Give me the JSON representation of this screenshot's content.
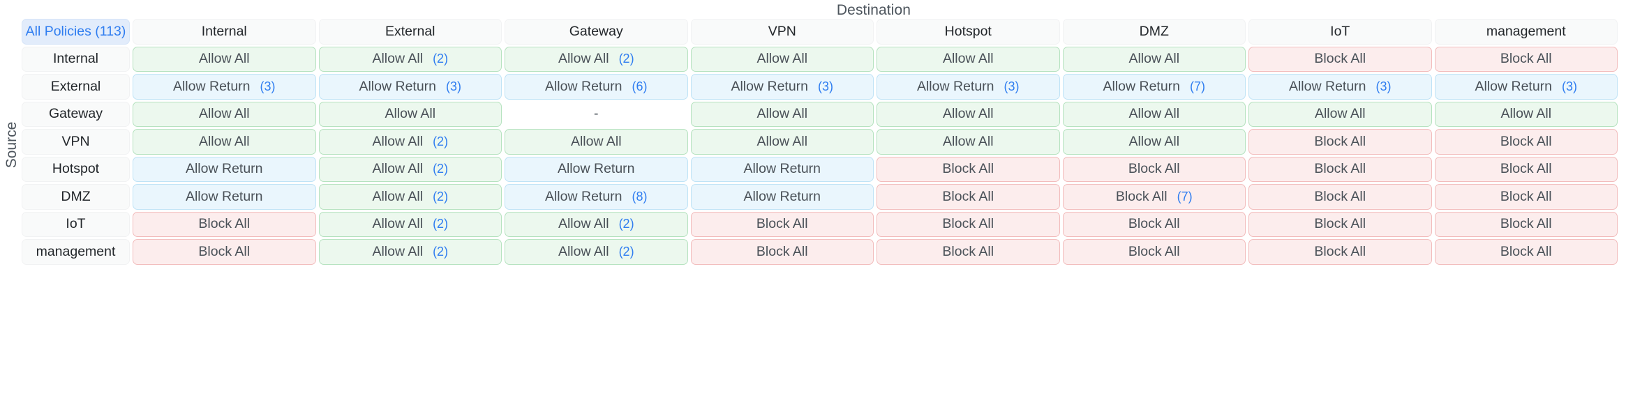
{
  "axis": {
    "destination_label": "Destination",
    "source_label": "Source"
  },
  "corner": {
    "label": "All Policies (113)",
    "total_policies": 113
  },
  "colors": {
    "accent": "#2f7df0",
    "allow_bg": "#ecf8ee",
    "allow_border": "#b5e2bf",
    "return_bg": "#eaf6fd",
    "return_border": "#bfe3f6",
    "block_bg": "#fceded",
    "block_border": "#f2bcbc",
    "header_bg": "#f9fafa",
    "corner_bg": "#e2ecfb",
    "text": "#4a5158"
  },
  "chart_data": {
    "type": "heatmap",
    "title": "",
    "xlabel": "Destination",
    "ylabel": "Source",
    "legend": [
      "Allow All",
      "Allow Return",
      "Block All"
    ],
    "columns": [
      "Internal",
      "External",
      "Gateway",
      "VPN",
      "Hotspot",
      "DMZ",
      "IoT",
      "management"
    ],
    "rows": [
      "Internal",
      "External",
      "Gateway",
      "VPN",
      "Hotspot",
      "DMZ",
      "IoT",
      "management"
    ],
    "cells": [
      [
        {
          "label": "Allow All",
          "count": null,
          "state": "allow"
        },
        {
          "label": "Allow All",
          "count": "(2)",
          "state": "allow"
        },
        {
          "label": "Allow All",
          "count": "(2)",
          "state": "allow"
        },
        {
          "label": "Allow All",
          "count": null,
          "state": "allow"
        },
        {
          "label": "Allow All",
          "count": null,
          "state": "allow"
        },
        {
          "label": "Allow All",
          "count": null,
          "state": "allow"
        },
        {
          "label": "Block All",
          "count": null,
          "state": "block"
        },
        {
          "label": "Block All",
          "count": null,
          "state": "block"
        }
      ],
      [
        {
          "label": "Allow Return",
          "count": "(3)",
          "state": "ret"
        },
        {
          "label": "Allow Return",
          "count": "(3)",
          "state": "ret"
        },
        {
          "label": "Allow Return",
          "count": "(6)",
          "state": "ret"
        },
        {
          "label": "Allow Return",
          "count": "(3)",
          "state": "ret"
        },
        {
          "label": "Allow Return",
          "count": "(3)",
          "state": "ret"
        },
        {
          "label": "Allow Return",
          "count": "(7)",
          "state": "ret"
        },
        {
          "label": "Allow Return",
          "count": "(3)",
          "state": "ret"
        },
        {
          "label": "Allow Return",
          "count": "(3)",
          "state": "ret"
        }
      ],
      [
        {
          "label": "Allow All",
          "count": null,
          "state": "allow"
        },
        {
          "label": "Allow All",
          "count": null,
          "state": "allow"
        },
        {
          "label": "-",
          "count": null,
          "state": "empty"
        },
        {
          "label": "Allow All",
          "count": null,
          "state": "allow"
        },
        {
          "label": "Allow All",
          "count": null,
          "state": "allow"
        },
        {
          "label": "Allow All",
          "count": null,
          "state": "allow"
        },
        {
          "label": "Allow All",
          "count": null,
          "state": "allow"
        },
        {
          "label": "Allow All",
          "count": null,
          "state": "allow"
        }
      ],
      [
        {
          "label": "Allow All",
          "count": null,
          "state": "allow"
        },
        {
          "label": "Allow All",
          "count": "(2)",
          "state": "allow"
        },
        {
          "label": "Allow All",
          "count": null,
          "state": "allow"
        },
        {
          "label": "Allow All",
          "count": null,
          "state": "allow"
        },
        {
          "label": "Allow All",
          "count": null,
          "state": "allow"
        },
        {
          "label": "Allow All",
          "count": null,
          "state": "allow"
        },
        {
          "label": "Block All",
          "count": null,
          "state": "block"
        },
        {
          "label": "Block All",
          "count": null,
          "state": "block"
        }
      ],
      [
        {
          "label": "Allow Return",
          "count": null,
          "state": "ret"
        },
        {
          "label": "Allow All",
          "count": "(2)",
          "state": "allow"
        },
        {
          "label": "Allow Return",
          "count": null,
          "state": "ret"
        },
        {
          "label": "Allow Return",
          "count": null,
          "state": "ret"
        },
        {
          "label": "Block All",
          "count": null,
          "state": "block"
        },
        {
          "label": "Block All",
          "count": null,
          "state": "block"
        },
        {
          "label": "Block All",
          "count": null,
          "state": "block"
        },
        {
          "label": "Block All",
          "count": null,
          "state": "block"
        }
      ],
      [
        {
          "label": "Allow Return",
          "count": null,
          "state": "ret"
        },
        {
          "label": "Allow All",
          "count": "(2)",
          "state": "allow"
        },
        {
          "label": "Allow Return",
          "count": "(8)",
          "state": "ret"
        },
        {
          "label": "Allow Return",
          "count": null,
          "state": "ret"
        },
        {
          "label": "Block All",
          "count": null,
          "state": "block"
        },
        {
          "label": "Block All",
          "count": "(7)",
          "state": "block"
        },
        {
          "label": "Block All",
          "count": null,
          "state": "block"
        },
        {
          "label": "Block All",
          "count": null,
          "state": "block"
        }
      ],
      [
        {
          "label": "Block All",
          "count": null,
          "state": "block"
        },
        {
          "label": "Allow All",
          "count": "(2)",
          "state": "allow"
        },
        {
          "label": "Allow All",
          "count": "(2)",
          "state": "allow"
        },
        {
          "label": "Block All",
          "count": null,
          "state": "block"
        },
        {
          "label": "Block All",
          "count": null,
          "state": "block"
        },
        {
          "label": "Block All",
          "count": null,
          "state": "block"
        },
        {
          "label": "Block All",
          "count": null,
          "state": "block"
        },
        {
          "label": "Block All",
          "count": null,
          "state": "block"
        }
      ],
      [
        {
          "label": "Block All",
          "count": null,
          "state": "block"
        },
        {
          "label": "Allow All",
          "count": "(2)",
          "state": "allow"
        },
        {
          "label": "Allow All",
          "count": "(2)",
          "state": "allow"
        },
        {
          "label": "Block All",
          "count": null,
          "state": "block"
        },
        {
          "label": "Block All",
          "count": null,
          "state": "block"
        },
        {
          "label": "Block All",
          "count": null,
          "state": "block"
        },
        {
          "label": "Block All",
          "count": null,
          "state": "block"
        },
        {
          "label": "Block All",
          "count": null,
          "state": "block"
        }
      ]
    ]
  }
}
